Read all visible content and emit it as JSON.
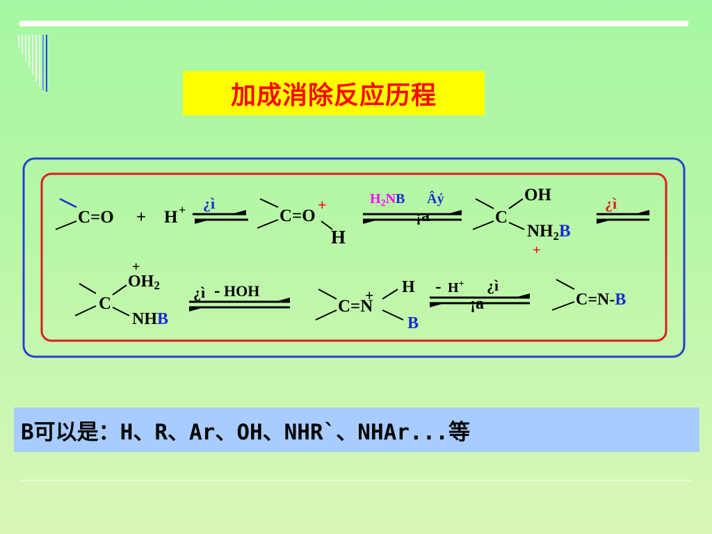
{
  "title": "加成消除反应历程",
  "colors": {
    "title_bg": "#ffff00",
    "title_text": "#ff0000",
    "outer_frame": "#2b3dd0",
    "inner_frame": "#e01a1a",
    "blue": "#1a2bd0",
    "magenta": "#ff00ff",
    "red": "#ff0000",
    "bottom_bg": "#a8ccff"
  },
  "row1": {
    "carbonyl": "C=O",
    "plus_sign": "+",
    "proton_base": "H",
    "proton_charge": "+",
    "catalyst_label": "¿ì",
    "protonated_carbonyl": "C=O",
    "protonated_charge": "+",
    "protonated_h": "H",
    "amine_base": "H",
    "amine_sub": "2",
    "amine_n": "N",
    "amine_b": "B",
    "slow_label": "Âý",
    "step2_below": "¡a",
    "intermediate_c": "C",
    "intermediate_oh": "OH",
    "intermediate_nh": "NH",
    "intermediate_sub": "2",
    "intermediate_b": "B",
    "intermediate_charge": "+",
    "fast_label_3": "¿ì"
  },
  "row2": {
    "oxonium_charge": "+",
    "oxonium_oh": "OH",
    "oxonium_sub": "2",
    "oxonium_c": "C",
    "oxonium_nh": "NH",
    "oxonium_b": "B",
    "fast_label": "¿ì",
    "minus_hoh": "-",
    "hoh": "HOH",
    "iminium_cn": "C=N",
    "iminium_charge": "+",
    "iminium_h": "H",
    "iminium_b": "B",
    "minus_h": "-",
    "deprot_h": "H",
    "deprot_charge": "+",
    "deprot_label": "¿ì",
    "deprot_below": "¡a",
    "product": "C=N-",
    "product_b": "B"
  },
  "bottom_text": "B可以是：H、R、Ar、OH、NHR`、NHAr...等"
}
